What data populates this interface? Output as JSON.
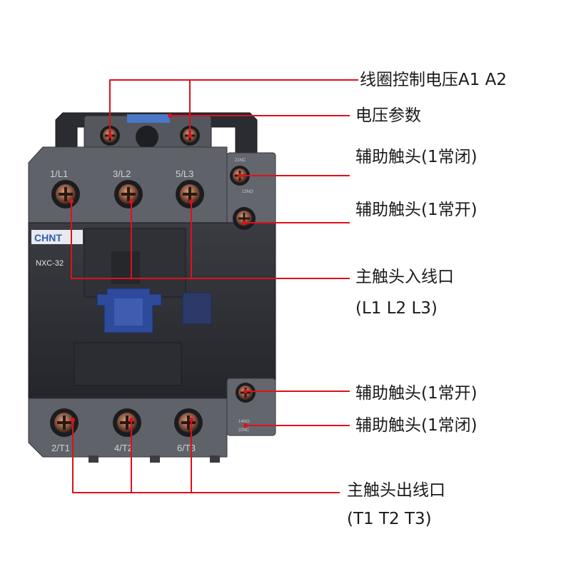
{
  "product": {
    "brand": "CHNT",
    "model": "NXC-32",
    "top_terminals": [
      "1/L1",
      "3/L2",
      "5/L3"
    ],
    "bottom_terminals": [
      "2/T1",
      "4/T2",
      "6/T3"
    ],
    "aux_top_upper": "21NC",
    "aux_top_lower": "13NO",
    "aux_bottom_upper": "14NO",
    "aux_bottom_lower": "22NC"
  },
  "labels": {
    "coil_voltage": "线圈控制电压A1 A2",
    "voltage_params": "电压参数",
    "aux_nc_top": "辅助触头(1常闭)",
    "aux_no_top": "辅助触头(1常开)",
    "main_input_line1": "主触头入线口",
    "main_input_line2": "(L1 L2 L3)",
    "aux_no_bottom": "辅助触头(1常开)",
    "aux_nc_bottom": "辅助触头(1常闭)",
    "main_output_line1": "主触头出线口",
    "main_output_line2": "(T1 T2 T3)"
  },
  "colors": {
    "leader": "#e0101a",
    "housing_gray": "#5f6268",
    "housing_dark": "#2c2e33",
    "accent_blue": "#2e4a9a"
  }
}
